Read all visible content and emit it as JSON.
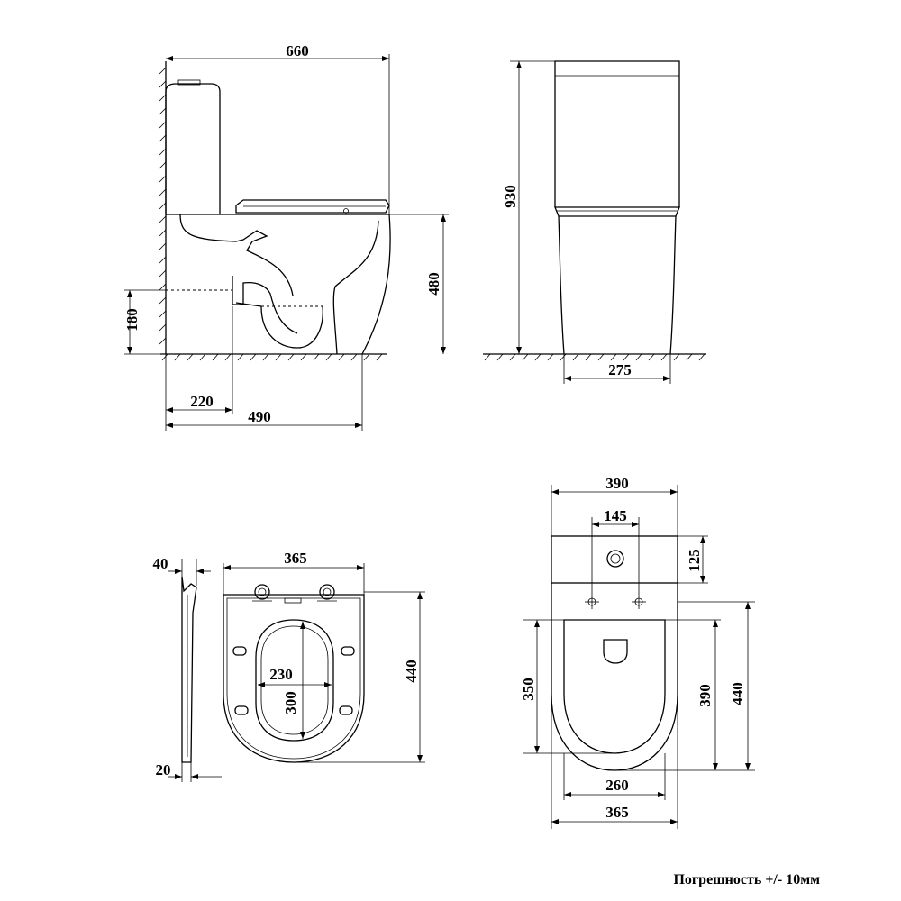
{
  "dimensions": {
    "side_overall_depth": "660",
    "side_height": "480",
    "side_outlet_height": "180",
    "side_outlet_distance": "220",
    "side_base_depth": "490",
    "front_total_height": "930",
    "front_base_width": "275",
    "seat_thickness_top": "40",
    "seat_thickness_bottom": "20",
    "seat_width": "365",
    "seat_length": "440",
    "seat_opening_width": "230",
    "seat_opening_length": "300",
    "top_width": "390",
    "top_fixing_spacing": "145",
    "top_tank_depth": "125",
    "top_bowl_length": "350",
    "top_bowl_depth": "390",
    "top_length": "440",
    "top_base_width": "260",
    "top_bowl_width": "365"
  },
  "note": "Погрешность +/- 10мм"
}
